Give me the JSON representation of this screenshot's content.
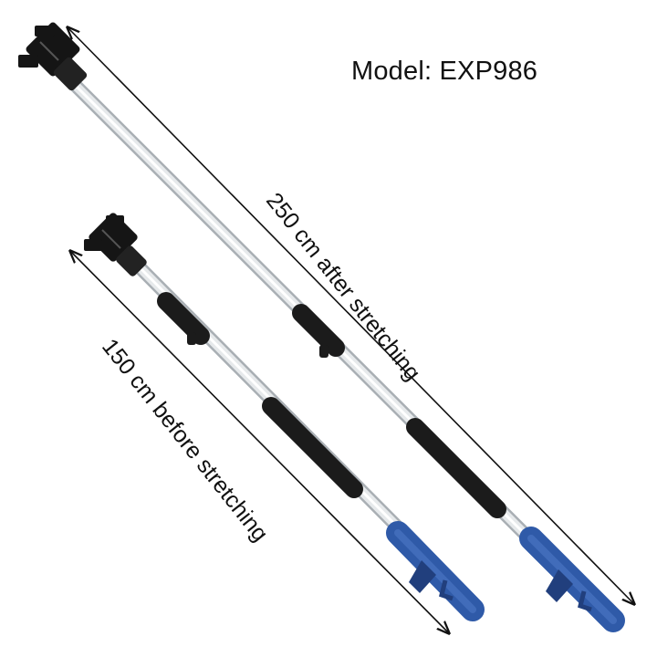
{
  "model": "Model: EXP986",
  "dimensions": {
    "extended": "250 cm after stretching",
    "collapsed": "150 cm before stretching"
  },
  "colors": {
    "pole_silver": "#d9dde0",
    "pole_shadow": "#a9afb4",
    "sleeve_black": "#1b1b1b",
    "handle_blue": "#2f5aa8",
    "handle_blue_dark": "#213f7d",
    "head_black": "#151515",
    "line": "#111111"
  }
}
